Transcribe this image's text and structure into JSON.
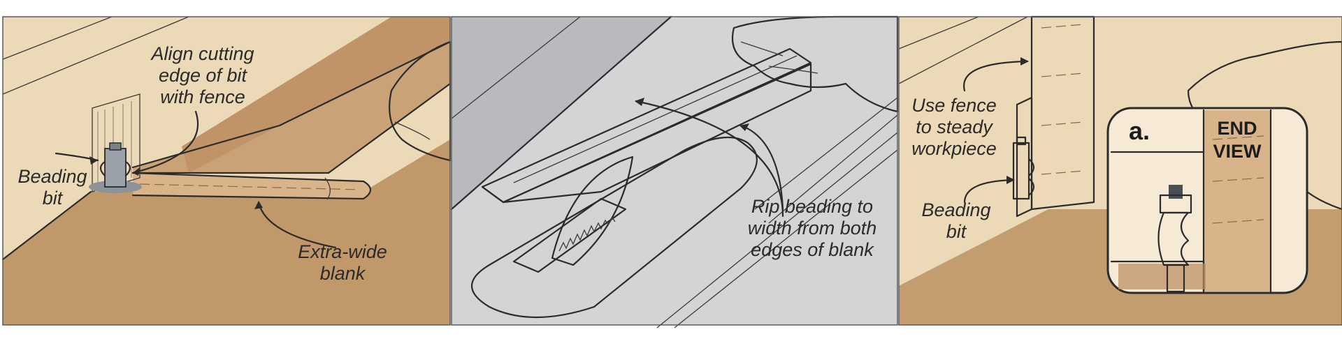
{
  "panels": [
    {
      "labels": {
        "align_line1": "Align cutting",
        "align_line2": "edge of bit",
        "align_line3": "with fence",
        "beading_line1": "Beading",
        "beading_line2": "bit",
        "blank_line1": "Extra-wide",
        "blank_line2": "blank"
      }
    },
    {
      "labels": {
        "rip_line1": "Rip beading to",
        "rip_line2": "width from both",
        "rip_line3": "edges of blank"
      }
    },
    {
      "labels": {
        "fence_line1": "Use fence",
        "fence_line2": "to steady",
        "fence_line3": "workpiece",
        "beading_line1": "Beading",
        "beading_line2": "bit"
      },
      "inset": {
        "tag": "a.",
        "title_line1": "END",
        "title_line2": "VIEW"
      }
    }
  ],
  "colors": {
    "table_tan": "#ecd9b8",
    "fence_tan": "#f0dfc3",
    "blank_brown": "#b98c5c",
    "wood_mid": "#caa277",
    "saw_table_gray": "#d3d4d6",
    "throat_gray": "#b8babd",
    "hand_cream": "#fbf6ea",
    "steel": "#9aa1a8"
  },
  "icons": [
    "router-bit-icon",
    "saw-blade-icon",
    "hand-icon"
  ]
}
